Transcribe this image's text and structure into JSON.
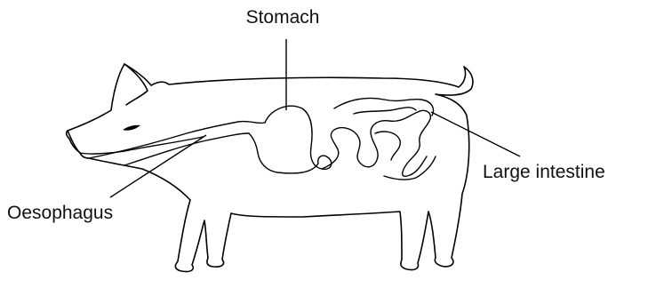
{
  "labels": {
    "stomach": "Stomach",
    "oesophagus": "Oesophagus",
    "large_intestine": "Large intestine"
  }
}
